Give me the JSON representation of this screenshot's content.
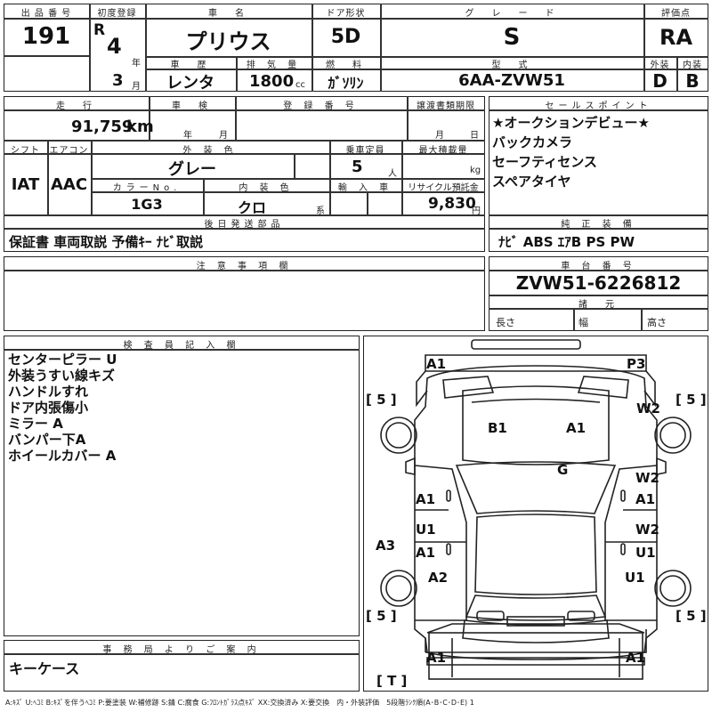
{
  "headers": {
    "lot_no": "出 品 番 号",
    "first_reg": "初度登録",
    "car_name": "車　名",
    "doors": "ドア形状",
    "grade": "グ　レ　ー　ド",
    "score": "評価点",
    "history": "車　歴",
    "displacement": "排 気 量",
    "fuel": "燃　料",
    "model": "型　式",
    "exterior": "外装",
    "interior": "内装",
    "mileage": "走　行",
    "inspection": "車　検",
    "registration": "登 録 番 号",
    "transfer": "譲渡書類期限",
    "sales_point": "セールスポイント",
    "shift": "シフト",
    "aircon": "エアコン",
    "exterior_color": "外 装 色",
    "capacity": "乗車定員",
    "load": "最大積載量",
    "color_no": "カラーNo.",
    "interior_color": "内 装 色",
    "import": "輸 入 車",
    "recycle": "リサイクル預託金",
    "later_parts": "後日発送部品",
    "genuine": "純 正 装 備",
    "notes": "注 意 事 項 欄",
    "chassis": "車 台 番 号",
    "specs": "諸　元",
    "inspector": "検 査 員 記 入 欄",
    "office": "事 務 局 よ り ご 案 内"
  },
  "lot_number": "191",
  "first_reg": {
    "era": "R",
    "year": "4",
    "year_unit": "年",
    "month": "3",
    "month_unit": "月"
  },
  "car_name": "プリウス",
  "doors": "5D",
  "grade": "S",
  "score": "RA",
  "history": "レンタ",
  "displacement": "1800",
  "displacement_unit": "cc",
  "fuel": "ｶﾞｿﾘﾝ",
  "model_code": "6AA-ZVW51",
  "exterior_grade": "D",
  "interior_grade": "B",
  "mileage": "91,759",
  "mileage_unit": "km",
  "inspection_year_unit": "年",
  "inspection_month_unit": "月",
  "transfer_month_unit": "月",
  "transfer_day_unit": "日",
  "shift": "IAT",
  "aircon": "AAC",
  "exterior_color": "グレー",
  "capacity": "5",
  "capacity_unit": "人",
  "load_unit": "kg",
  "color_no": "1G3",
  "interior_color": "クロ",
  "interior_color_unit": "系",
  "recycle_fee": "9,830",
  "recycle_unit": "円",
  "sales_points": [
    "★オークションデビュー★",
    "バックカメラ",
    "セーフティセンス",
    "スペアタイヤ"
  ],
  "later_parts": "保証書 車両取説 予備ｷｰ ﾅﾋﾞ取説",
  "equipment": "ﾅﾋﾞ ABS ｴｱB PS PW",
  "chassis_number": "ZVW51-6226812",
  "dims": {
    "length": "長さ",
    "width": "幅",
    "height": "高さ"
  },
  "inspector_notes": [
    "センターピラー U",
    "外装うすい線キズ",
    "ハンドルすれ",
    "ドア内張傷小",
    "ミラー A",
    "バンパー下A",
    "ホイールカバー A"
  ],
  "office_note": "キーケース",
  "diagram": {
    "front_left": "A1",
    "front_right": "P3",
    "tire_fl": "[ 5 ]",
    "tire_fr": "[ 5 ]",
    "tire_rl": "[ 5 ]",
    "tire_rr": "[ 5 ]",
    "spare": "[ T ]",
    "wheel_fr": "W2",
    "hood_left": "B1",
    "hood_right": "A1",
    "roof": "G",
    "door_fl": "A1",
    "door_fr_top": "W2",
    "door_fr_bottom": "A1",
    "door_rl_top": "U1",
    "door_rl_bottom": "A1",
    "door_rr_top": "W2",
    "door_rr_bottom": "U1",
    "pillar_left": "A3",
    "wheel_rl": "A2",
    "wheel_rr": "U1",
    "rear_left": "A1",
    "rear_right": "A1"
  },
  "legend": "A:ｷｽﾞ U:ﾍｺﾐ B:ｷｽﾞを伴うﾍｺﾐ P:要塗装 W:補修跡 S:錆 C:腐食 G:ﾌﾛﾝﾄｶﾞﾗｽ点ｷｽﾞ XX:交換済み X:要交換　内・外装評価　5段階ﾗﾝｸ順(A･B･C･D･E) 1"
}
